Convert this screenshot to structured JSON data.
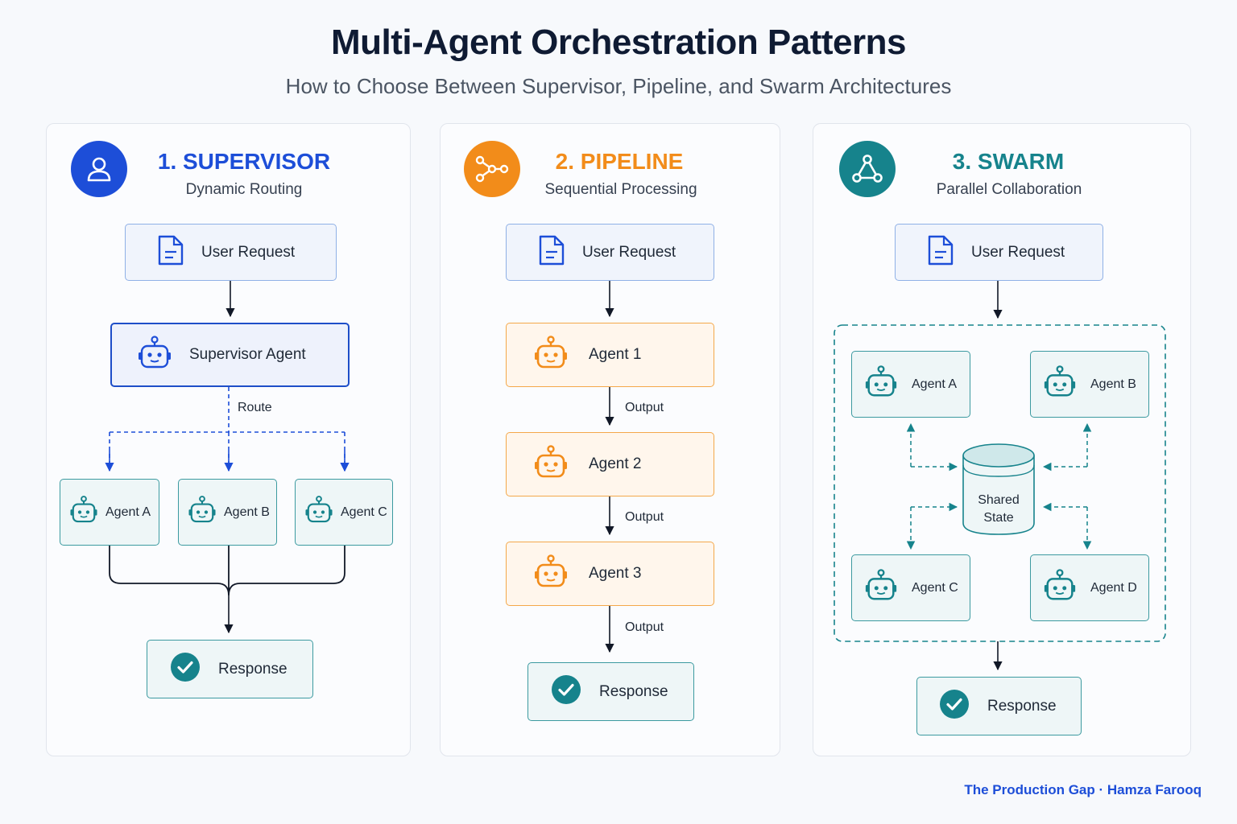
{
  "header": {
    "title": "Multi-Agent Orchestration Patterns",
    "subtitle": "How to Choose Between Supervisor, Pipeline, and Swarm Architectures"
  },
  "colors": {
    "supervisor": "#1d4ed8",
    "pipeline": "#f28c1a",
    "swarm": "#16838c",
    "teal": "#16838c"
  },
  "supervisor": {
    "title": "1. SUPERVISOR",
    "subtitle": "Dynamic Routing",
    "icon": "user-icon",
    "user_request": "User Request",
    "supervisor_agent": "Supervisor Agent",
    "route_label": "Route",
    "agents": [
      "Agent A",
      "Agent B",
      "Agent C"
    ],
    "response": "Response"
  },
  "pipeline": {
    "title": "2. PIPELINE",
    "subtitle": "Sequential Processing",
    "icon": "pipeline-nodes-icon",
    "user_request": "User Request",
    "agents": [
      "Agent 1",
      "Agent 2",
      "Agent 3"
    ],
    "output_labels": [
      "Output",
      "Output",
      "Output"
    ],
    "response": "Response"
  },
  "swarm": {
    "title": "3. SWARM",
    "subtitle": "Parallel Collaboration",
    "icon": "triangle-network-icon",
    "user_request": "User Request",
    "agents": [
      "Agent A",
      "Agent B",
      "Agent C",
      "Agent D"
    ],
    "shared_state": [
      "Shared",
      "State"
    ],
    "response": "Response"
  },
  "footer": "The Production Gap · Hamza Farooq"
}
